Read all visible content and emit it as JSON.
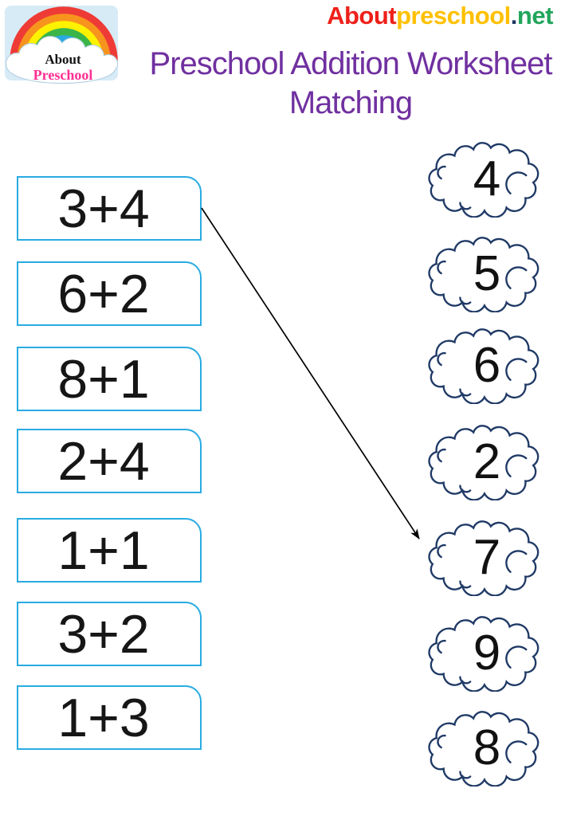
{
  "brand": {
    "parts": [
      {
        "text": "About",
        "color": "#EE2019"
      },
      {
        "text": "preschool",
        "color": "#FFC000"
      },
      {
        "text": ".",
        "color": "#1F3864"
      },
      {
        "text": "net",
        "color": "#21A65B"
      }
    ]
  },
  "logo": {
    "line1": "About",
    "line2": "Preschool"
  },
  "heading": {
    "line1": "Preschool Addition Worksheet",
    "line2": "Matching",
    "color": "#7030A0"
  },
  "problems": [
    "3+4",
    "6+2",
    "8+1",
    "2+4",
    "1+1",
    "3+2",
    "1+3"
  ],
  "answers": [
    "4",
    "5",
    "6",
    "2",
    "7",
    "9",
    "8"
  ],
  "drawn_match": {
    "from": "3+4",
    "to": "7"
  },
  "colors": {
    "box_border": "#29ABE2",
    "cloud_border": "#203A66",
    "arrow": "#000000",
    "logo_pink": "#FF2E93"
  }
}
